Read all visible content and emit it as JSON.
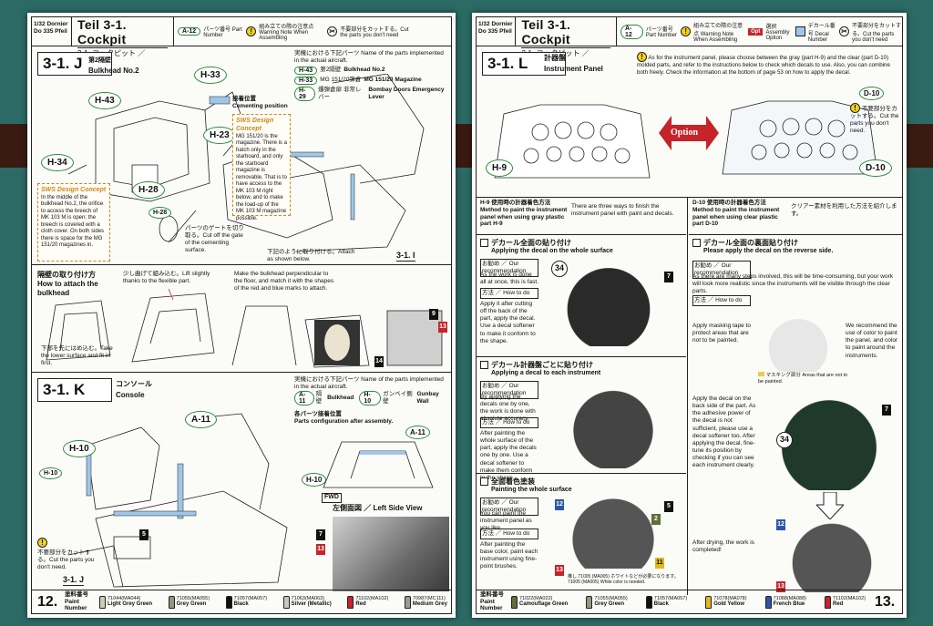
{
  "colors": {
    "accent_green": "#2d8c3a",
    "warning_yellow": "#f3d21a",
    "option_red": "#c4242a",
    "sws_orange": "#d2831b",
    "background": "#2c6a66"
  },
  "left": {
    "model": "1/32 Dornier Do 335 Pfeil",
    "teil_title": "Teil 3-1. Cockpit",
    "teil_sub": "3-1. コックピット ／ Cockpit",
    "legend": {
      "part_label": "パーツ番号 Part Number",
      "part_pill": "A-12",
      "warn_text": "組み立ての際の注意点 Warning Note When Assembling",
      "cut_text": "不要部分をカットする。Cut the parts you don't need"
    },
    "section_j": {
      "num": "3-1. J",
      "jp": "第2隔壁",
      "en": "Bulkhead No.2",
      "parts_header": "実機における下記パーツ Name of the parts implemented in the actual aircraft.",
      "parts": [
        {
          "id": "H-43",
          "jp": "第2隔壁",
          "en": "Bulkhead No.2"
        },
        {
          "id": "H-33",
          "jp": "MG 151/20弾倉",
          "en": "MG 151/20 Magazine"
        },
        {
          "id": "H-29",
          "jp": "爆弾倉扉 非常レバー",
          "en": "Bombay Doors Emergency Lever"
        }
      ],
      "callouts": [
        "H-33",
        "H-43",
        "H-23",
        "H-34",
        "H-28",
        "H-28"
      ],
      "cementing_jp": "接着位置",
      "cementing_en": "Cementing position",
      "sws_title": "SWS Design Concept",
      "sws1_en": "MG 151/20 is the magazine. There is a hatch only in the starboard, and only the starboard magazine is removable. That is to have access to the MK 103 M right below, and to make the load-up of the MK 103 M magazine possible.",
      "sws2_en": "In the middle of the bulkhead No.2, the orifice to access the breech of MK 103 M is open; the breech is covered with a cloth cover. On both sides there is space for the MG 151/20 magazines in.",
      "cut_gate": "パーツのゲートを切り取る。Cut off the gate of the cementing surface.",
      "attach_note": "下記のように取り付ける。Attach as shown below.",
      "ref_label": "3-1. I",
      "howto_jp": "隔壁の取り付け方",
      "howto_en": "How to attach the bulkhead",
      "step1": "下部を先にはめ込む。Take the lower surface and fit in first.",
      "step2": "少し曲げて組み込む。Lift slightly thanks to the flexible part.",
      "step3": "Make the bulkhead perpendicular to the floor, and match it with the shapes of the red and blue marks to attach.",
      "paint_tags": [
        "9",
        "13",
        "14"
      ]
    },
    "section_k": {
      "num": "3-1. K",
      "jp": "コンソール",
      "en": "Console",
      "parts_header": "実機における下記パーツ Name of the parts implemented in the actual aircraft.",
      "parts": [
        {
          "id": "A-11",
          "jp": "隔壁",
          "en": "Bulkhead"
        },
        {
          "id": "H-10",
          "jp": "ガンベイ側壁",
          "en": "Gunbay Wall"
        }
      ],
      "config_jp": "各パーツ接着位置",
      "config_en": "Parts configuration after assembly.",
      "callouts": [
        "A-11",
        "H-10",
        "H-10",
        "A-11",
        "H-10"
      ],
      "fwd": "FWD",
      "left_view": "左側面図 ／ Left Side View",
      "cut_note": "不要部分をカットする。Cut the parts you don't need.",
      "ref_label": "3-1. J",
      "paint_tags": [
        "5",
        "7",
        "13"
      ]
    },
    "footer": {
      "page": "12.",
      "paint_label": "塗料番号 Paint Number",
      "paints": [
        {
          "code": "71044(MA044)",
          "name": "Light Grey Green",
          "color": "#c9ceb6"
        },
        {
          "code": "71055(MA055)",
          "name": "Grey Green",
          "color": "#8e9a80"
        },
        {
          "code": "71057(MA057)",
          "name": "Black",
          "color": "#111111"
        },
        {
          "code": "71063(MA063)",
          "name": "Silver (Metallic)",
          "color": "#c8c8c8"
        },
        {
          "code": "71102(MA102)",
          "name": "Red",
          "color": "#c4242a"
        },
        {
          "code": "70987(MC111)",
          "name": "Medium Grey",
          "color": "#9a9a9a"
        }
      ]
    }
  },
  "right": {
    "model": "1/32 Dornier Do 335 Pfeil",
    "teil_title": "Teil 3-1. Cockpit",
    "teil_sub": "3-1. コックピット ／ Cockpit",
    "legend": {
      "part_label": "パーツ番号 Part Number",
      "part_pill": "A-12",
      "warn_text": "組み立ての際の注意点 Warning Note When Assembling",
      "opt_text": "選択 Assembly Option",
      "decal_text": "デカール番号 Decal Number",
      "cut_text": "不要部分をカットする。Cut the parts you don't need"
    },
    "section_l": {
      "num": "3-1. L",
      "jp": "計器盤",
      "en": "Instrument Panel",
      "intro_en": "As for the instrument panel, please choose between the gray (part H-9) and the clear (part D-10) molded parts, and refer to the instructions below to check which decals to use. Also, you can combine both freely. Check the information at the bottom of page 53 on how to apply the decal.",
      "option": "Option",
      "h9": "H-9",
      "d10": "D-10",
      "cut_note": "不要部分をカットする。Cut the parts you don't need.",
      "col_left_title": "H-9 使用時の計器着色方法 Method to paint the instrument panel when using gray plastic part H-9",
      "col_left_sub": "There are three ways to finish the instrument panel with paint and decals.",
      "col_right_title": "D-10 使用時の計器着色方法 Method to paint the instrument panel when using clear plastic part D-10",
      "col_right_sub": "クリアー素材を利用した方法を紹介します。",
      "a_title": "デカール全面の貼り付け",
      "a_en": "Applying the decal on the whole surface",
      "a_rec": "お勧め ／ Our recommendation",
      "a_rec_text": "As the work is done all at once, this is fast.",
      "a_how": "方法 ／ How to do",
      "a_how_text": "Apply it after cutting off the back of the part, apply the decal. Use a decal softener to make it conform to the shape.",
      "b_title": "デカール計器盤ごとに貼り付け",
      "b_en": "Applying a decal to each instrument",
      "b_rec_text": "By applying the decals one by one, the work is done with absolute accuracy.",
      "b_how_text": "After painting the whole surface of the part, apply the decals one by one. Use a decal softener to make them conform to the shape.",
      "c_title": "全面着色塗装",
      "c_en": "Painting the whole surface",
      "c_rec_text": "You can paint the instrument panel as you like.",
      "c_how_text": "After painting the base color, paint each instrument using fine-point brushes.",
      "c_note": "推し 71005 (MA005) ホワイトなどが必要になります。 71005 (MA005) White color is needed.",
      "r_title": "デカール全面の裏面貼り付け",
      "r_en": "Please apply the decal on the reverse side.",
      "r_rec": "お勧め ／ Our recommendation",
      "r_rec_text": "As there are many steps involved, this will be time-consuming, but your work will look more realistic since the instruments will be visible through the clear parts.",
      "r_how": "方法 ／ How to do",
      "r_step1": "Apply masking tape to protect areas that are not to be painted.",
      "r_step1b": "We recommend the use of color to paint the panel, and color to paint around the instruments.",
      "r_masking": "マスキング部分 Areas that are not to be painted.",
      "r_step2": "Apply the decal on the back side of the part. As the adhesive power of the decal is not sufficient, please use a decal softener too. After applying the decal, fine-tune its position by checking if you can see each instrument clearly.",
      "r_step3": "After drying, the work is completed!",
      "decal_no": "34",
      "paint_tags_a": [
        "7"
      ],
      "paint_tags_c": [
        "12",
        "5",
        "2",
        "11",
        "13"
      ],
      "paint_tags_r": [
        "7",
        "12",
        "13"
      ]
    },
    "footer": {
      "page": "13.",
      "paint_label": "塗料番号 Paint Number",
      "paints": [
        {
          "code": "71022(MA022)",
          "name": "Camouflage Green",
          "color": "#5f6f3a"
        },
        {
          "code": "71055(MA055)",
          "name": "Grey Green",
          "color": "#8e9a80"
        },
        {
          "code": "71057(MA057)",
          "name": "Black",
          "color": "#111111"
        },
        {
          "code": "71078(MA078)",
          "name": "Gold Yellow",
          "color": "#e0b81e"
        },
        {
          "code": "71088(MA088)",
          "name": "French Blue",
          "color": "#2c56a8"
        },
        {
          "code": "71102(MA102)",
          "name": "Red",
          "color": "#c4242a"
        }
      ]
    }
  }
}
